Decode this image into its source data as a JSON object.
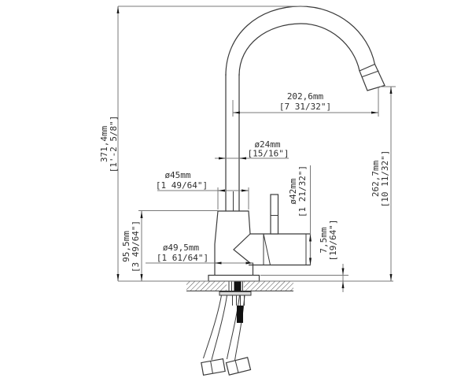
{
  "dimensions": {
    "total_height": {
      "metric": "371,4mm",
      "imperial": "[1'-2 5/8\"]"
    },
    "deck_to_body_top": {
      "metric": "95,5mm",
      "imperial": "[3 49/64\"]"
    },
    "spout_reach": {
      "metric": "202,6mm",
      "imperial": "[7 31/32\"]"
    },
    "spout_tube_diameter": {
      "metric": "ø24mm",
      "imperial": "[15/16\"]"
    },
    "body_top_diameter": {
      "metric": "ø45mm",
      "imperial": "[1 49/64\"]"
    },
    "body_base_diameter": {
      "metric": "ø49,5mm",
      "imperial": "[1 61/64\"]"
    },
    "valve_housing_diameter": {
      "metric": "ø42mm",
      "imperial": "[1 21/32\"]"
    },
    "base_plate_height": {
      "metric": "7,5mm",
      "imperial": "[19/64\"]"
    },
    "outlet_height": {
      "metric": "262,7mm",
      "imperial": "[10 11/32\"]"
    }
  }
}
